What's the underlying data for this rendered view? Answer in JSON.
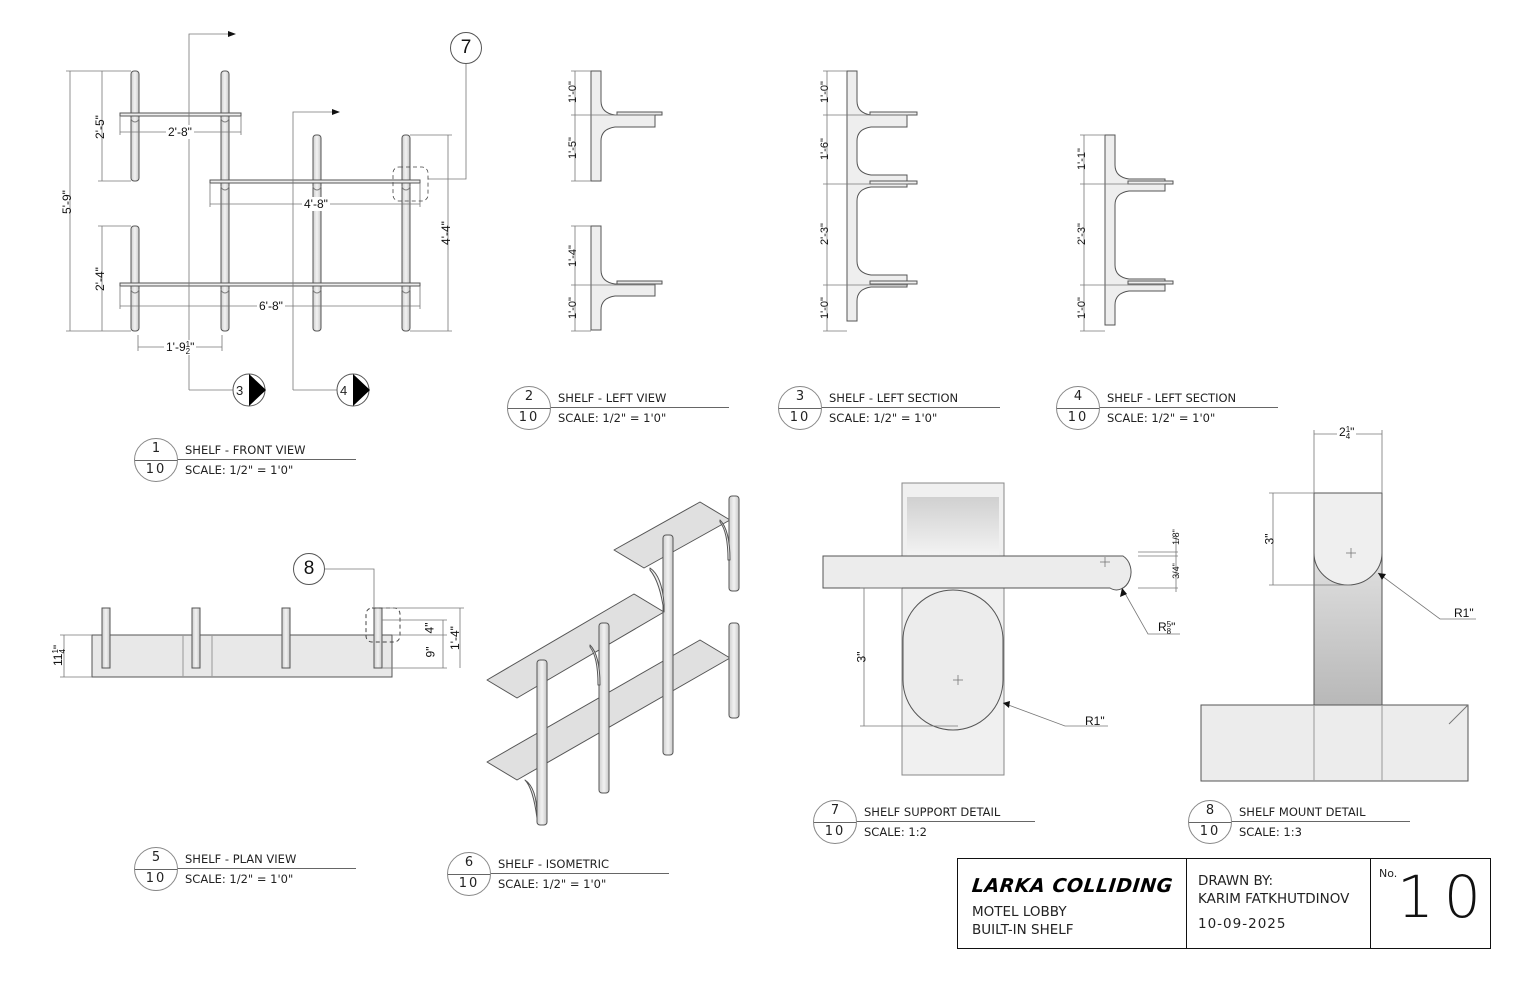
{
  "sheet": {
    "views": [
      {
        "id": "front",
        "number": "1",
        "sheet": "10",
        "title": "SHELF - FRONT VIEW",
        "scale": "SCALE: 1/2\" = 1'0\""
      },
      {
        "id": "left",
        "number": "2",
        "sheet": "10",
        "title": "SHELF - LEFT VIEW",
        "scale": "SCALE: 1/2\" = 1'0\""
      },
      {
        "id": "section3",
        "number": "3",
        "sheet": "10",
        "title": "SHELF - LEFT SECTION",
        "scale": "SCALE: 1/2\" = 1'0\""
      },
      {
        "id": "section4",
        "number": "4",
        "sheet": "10",
        "title": "SHELF - LEFT SECTION",
        "scale": "SCALE: 1/2\" = 1'0\""
      },
      {
        "id": "plan",
        "number": "5",
        "sheet": "10",
        "title": "SHELF - PLAN VIEW",
        "scale": "SCALE: 1/2\" = 1'0\""
      },
      {
        "id": "iso",
        "number": "6",
        "sheet": "10",
        "title": "SHELF - ISOMETRIC",
        "scale": "SCALE: 1/2\" = 1'0\""
      },
      {
        "id": "support",
        "number": "7",
        "sheet": "10",
        "title": "SHELF SUPPORT DETAIL",
        "scale": "SCALE: 1:2"
      },
      {
        "id": "mount",
        "number": "8",
        "sheet": "10",
        "title": "SHELF MOUNT DETAIL",
        "scale": "SCALE: 1:3"
      }
    ]
  },
  "front_view": {
    "dims": {
      "overall_height": "5'-9\"",
      "upper_left_height": "2'-5\"",
      "lower_left_height": "2'-4\"",
      "right_height": "4'-4\"",
      "top_shelf_width": "2'-8\"",
      "mid_shelf_width": "4'-8\"",
      "bottom_shelf_width": "6'-8\"",
      "post_spacing": "1'-9½\""
    },
    "post_spacing_main": "1'-9",
    "post_spacing_num": "1",
    "post_spacing_den": "2",
    "section_markers": [
      "3",
      "4"
    ],
    "detail_callout": "7"
  },
  "left_view": {
    "dims": [
      "1'-0\"",
      "1'-5\"",
      "1'-4\"",
      "1'-0\""
    ]
  },
  "section3": {
    "dims": [
      "1'-0\"",
      "1'-6\"",
      "2'-3\"",
      "1'-0\""
    ]
  },
  "section4": {
    "dims": [
      "1'-1\"",
      "2'-3\"",
      "1'-0\""
    ]
  },
  "plan_view": {
    "dims": {
      "depth_main": "11",
      "depth_num": "1",
      "depth_den": "4",
      "post_top": "4\"",
      "post_depth": "9\"",
      "overall": "1'-4\""
    },
    "detail_callout": "8"
  },
  "support_detail": {
    "dims": {
      "gap_num": "1",
      "gap_den": "8",
      "thick_num": "3",
      "thick_den": "4",
      "height": "3\"",
      "radius_edge_main": "R",
      "radius_edge_num": "5",
      "radius_edge_den": "8",
      "radius_slot": "R1\""
    }
  },
  "mount_detail": {
    "dims": {
      "width_main": "2",
      "width_num": "1",
      "width_den": "4",
      "height": "3\"",
      "radius": "R1\""
    }
  },
  "title_block": {
    "brand": "LARKA COLLIDING",
    "project_line1": "MOTEL LOBBY",
    "project_line2": "BUILT-IN SHELF",
    "drawn_by_label": "DRAWN BY:",
    "drawn_by": "KARIM FATKHUTDINOV",
    "date": "10-09-2025",
    "no_label": "No.",
    "sheet_number": "10"
  }
}
